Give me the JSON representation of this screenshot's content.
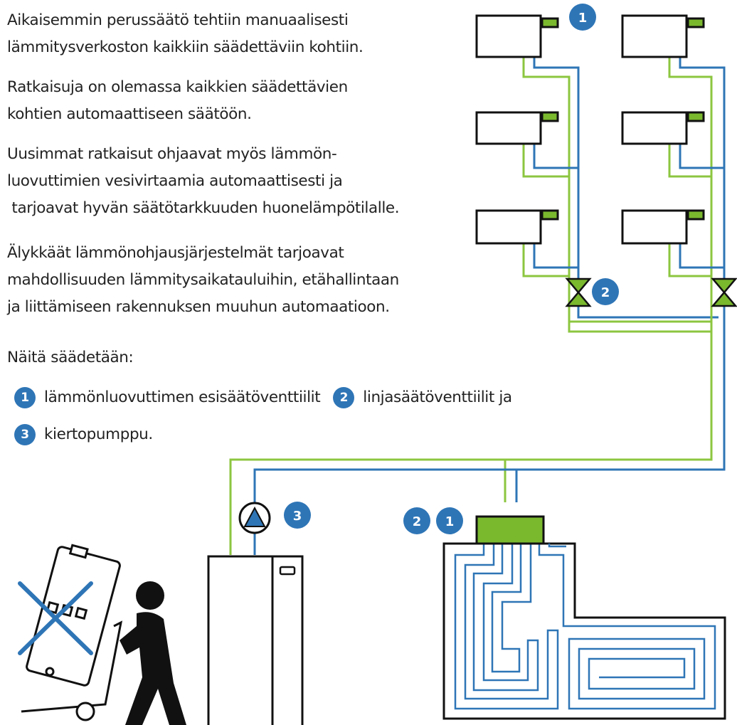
{
  "intro": {
    "paragraph1": [
      "Aikaisemmin perussäätö tehtiin manuaalisesti",
      "lämmitysverkoston kaikkiin säädettäviin kohtiin."
    ],
    "paragraph2": [
      "Ratkaisuja on olemassa kaikkien säädettävien",
      "kohtien automaattiseen säätöön."
    ],
    "paragraph3": [
      "Uusimmat ratkaisut ohjaavat myös lämmön-",
      "luovuttimien vesivirtaamia automaattisesti ja",
      " tarjoavat hyvän säätötarkkuuden huonelämpötilalle."
    ],
    "paragraph4": [
      "Älykkäät lämmönohjausjärjestelmät tarjoavat",
      "mahdollisuuden lämmitysaikatauluihin, etähallintaan",
      "ja liittämiseen rakennuksen muuhun automaatioon."
    ],
    "intro_adjust": "Näitä säädetään:"
  },
  "legend": {
    "item1": {
      "number": "1",
      "text": "lämmönluovuttimen esisäätöventtiilit"
    },
    "item2": {
      "number": "2",
      "text": "linjasäätöventtiilit ja"
    },
    "item3": {
      "number": "3",
      "text": "kiertopumppu."
    }
  },
  "diagram_badges": {
    "radiator_valve": "1",
    "line_valve": "2",
    "pump": "3",
    "manifold_line": "2",
    "manifold_pre": "1"
  },
  "colors": {
    "supply_pipe": "#2e75b6",
    "return_pipe": "#8cc63f",
    "badge": "#2e75b6",
    "valve_green": "#7ab82e",
    "outline": "#111111",
    "cross": "#2e75b6"
  },
  "icons": [
    "radiator-icon",
    "valve-icon",
    "pump-icon",
    "heat-pump-icon",
    "floor-heating-icon",
    "boiler-icon",
    "person-icon",
    "hand-truck-icon"
  ]
}
